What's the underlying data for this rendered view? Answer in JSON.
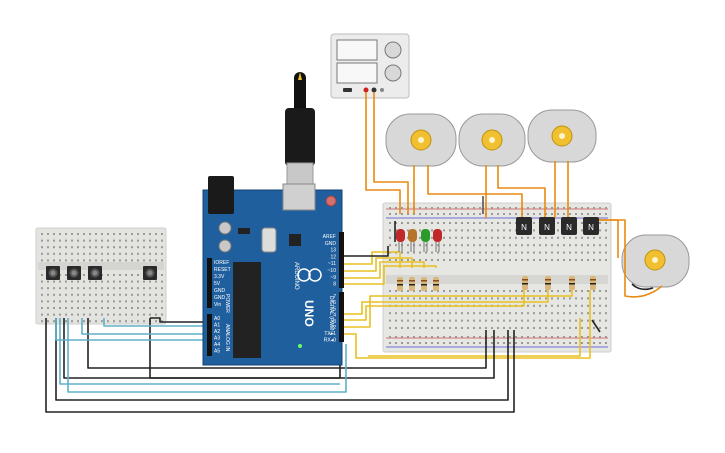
{
  "arduino": {
    "brand": "ARDUINO",
    "model": "UNO",
    "power_label": "POWER",
    "analog_label": "ANALOG IN",
    "digital_label": "DIGITAL (PWM~)",
    "power_pins": [
      "IOREF",
      "RESET",
      "3.3V",
      "5V",
      "GND",
      "GND",
      "Vin"
    ],
    "analog_pins": [
      "A0",
      "A1",
      "A2",
      "A3",
      "A4",
      "A5"
    ],
    "top_pins": [
      "AREF",
      "GND",
      "13",
      "12",
      "~11",
      "~10",
      "~9",
      "8"
    ],
    "lower_pins": [
      "7",
      "~6",
      "~5",
      "4",
      "~3",
      "2",
      "TX▸1",
      "RX◂0"
    ]
  },
  "transistors": {
    "label": "N"
  },
  "colors": {
    "board": "#1f5f9e",
    "breadboard": "#e6e6e3",
    "wire_yellow": "#e8c020",
    "wire_orange": "#e88a10",
    "wire_black": "#222222",
    "wire_teal": "#5fb0c8",
    "motor_body": "#d8d8d8",
    "motor_hub": "#f0c030"
  },
  "icons": [
    "usb-connector-icon",
    "power-supply-icon",
    "motor-icon",
    "button-icon",
    "led-icon",
    "resistor-icon",
    "transistor-icon"
  ]
}
